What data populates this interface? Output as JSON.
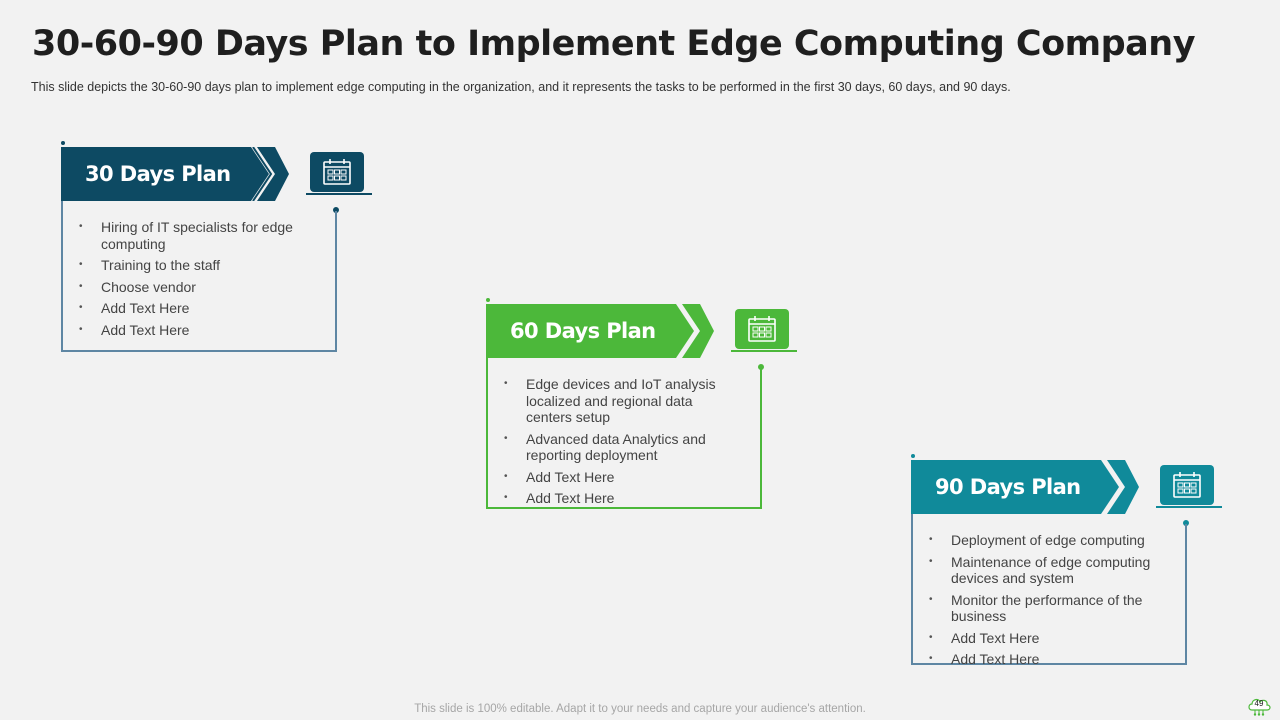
{
  "title": "30-60-90 Days Plan to Implement Edge Computing Company",
  "subtitle": "This slide depicts the 30-60-90  days plan to implement edge computing in the organization, and it represents  the tasks to be performed  in the first 30 days, 60 days, and 90 days.",
  "plans": [
    {
      "label": "30 Days Plan",
      "icon": "calendar-icon",
      "color": "#0d4a63",
      "items": [
        "Hiring of IT specialists for edge computing",
        "Training to the staff",
        "Choose vendor",
        "Add Text Here",
        "Add Text Here"
      ]
    },
    {
      "label": "60 Days Plan",
      "icon": "calendar-icon",
      "color": "#4cb83a",
      "items": [
        "Edge devices and IoT analysis localized and regional data centers setup",
        "Advanced data Analytics and reporting deployment",
        "Add Text Here",
        "Add Text Here"
      ]
    },
    {
      "label": "90 Days Plan",
      "icon": "calendar-icon",
      "color": "#108a9a",
      "items": [
        "Deployment of edge computing",
        "Maintenance of edge computing devices and system",
        "Monitor the performance of the business",
        "Add Text Here",
        "Add Text Here"
      ]
    }
  ],
  "footer": "This slide is 100% editable. Adapt it to your needs and capture your audience's attention.",
  "page_number": "49"
}
